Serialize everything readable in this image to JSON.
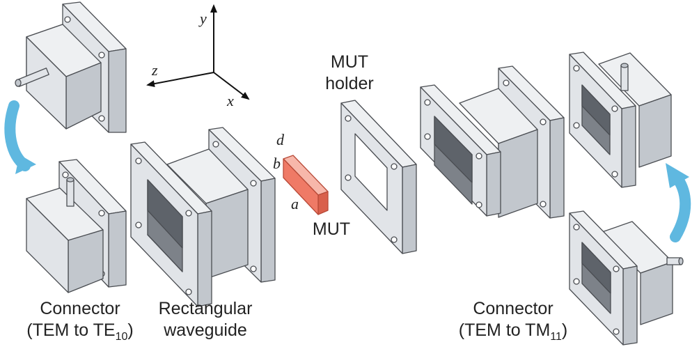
{
  "axes": {
    "y": "y",
    "z": "z",
    "x": "x"
  },
  "mut_dims": {
    "d": "d",
    "b": "b",
    "a": "a"
  },
  "labels": {
    "connector_left": {
      "line1": "Connector",
      "line2_prefix": "(TEM to TE",
      "line2_sub": "10",
      "line2_suffix": ")"
    },
    "waveguide": {
      "line1": "Rectangular",
      "line2": "waveguide"
    },
    "mut_holder": {
      "line1": "MUT",
      "line2": "holder"
    },
    "mut": "MUT",
    "connector_right": {
      "line1": "Connector",
      "line2_prefix": "(TEM to TM",
      "line2_sub": "11",
      "line2_suffix": ")"
    }
  },
  "colors": {
    "metal_front": "#e1e4e8",
    "metal_side": "#c2c7cd",
    "metal_top": "#eef0f2",
    "edge": "#4a4d52",
    "arrow": "#5fb8e0",
    "mut_front": "#ef7a66",
    "mut_top": "#f7b7aa",
    "mut_side": "#d9604c"
  }
}
